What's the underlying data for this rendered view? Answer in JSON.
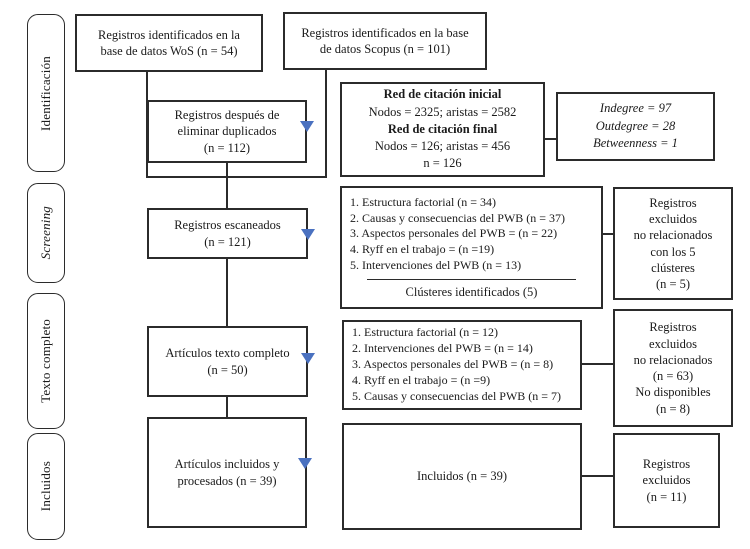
{
  "colors": {
    "border": "#2b2b2b",
    "arrow_blue": "#4a71c0",
    "background": "#ffffff"
  },
  "sidebar": {
    "stages": [
      {
        "label": "Identificación"
      },
      {
        "label": "Screening"
      },
      {
        "label": "Texto completo"
      },
      {
        "label": "Incluidos"
      }
    ]
  },
  "flow": {
    "wos": {
      "line1": "Registros identificados en la",
      "line2": "base de datos WoS (n = 54)"
    },
    "scopus": {
      "line1": "Registros identificados en la base",
      "line2": "de datos Scopus (n = 101)"
    },
    "dedup": {
      "line1": "Registros después de",
      "line2": "eliminar duplicados",
      "line3": "(n = 112)"
    },
    "screened": {
      "line1": "Registros escaneados",
      "line2": "(n = 121)"
    },
    "fulltext": {
      "line1": "Artículos texto completo",
      "line2": "(n = 50)"
    },
    "included_processed": {
      "line1": "Artículos incluidos y",
      "line2": "procesados (n = 39)"
    },
    "included": {
      "label": "Incluidos (n = 39)"
    }
  },
  "network": {
    "title_initial": "Red de citación inicial",
    "stats_initial": "Nodos = 2325; aristas = 2582",
    "title_final": "Red de citación final",
    "stats_final": "Nodos = 126; aristas = 456",
    "n_total": "n = 126",
    "metrics": [
      "Indegree = 97",
      "Outdegree = 28",
      "Betweenness = 1"
    ]
  },
  "clusters_screening": {
    "items": [
      "1. Estructura factorial (n = 34)",
      "2. Causas y consecuencias del PWB (n = 37)",
      "3. Aspectos personales del PWB = (n = 22)",
      "4. Ryff en el trabajo = (n =19)",
      "5. Intervenciones del PWB (n = 13)"
    ],
    "footer": "Clústeres identificados (5)"
  },
  "clusters_fulltext": {
    "items": [
      "1. Estructura factorial (n = 12)",
      "2. Intervenciones del PWB = (n = 14)",
      "3. Aspectos personales del PWB = (n = 8)",
      "4. Ryff en el trabajo = (n =9)",
      "5. Causas y consecuencias del PWB (n = 7)"
    ]
  },
  "excluded_screening": {
    "lines": [
      "Registros",
      "excluidos",
      "no relacionados",
      "con los 5",
      "clústeres",
      "(n = 5)"
    ]
  },
  "excluded_fulltext": {
    "lines": [
      "Registros",
      "excluidos",
      "no relacionados",
      "(n = 63)",
      "No disponibles",
      "(n = 8)"
    ]
  },
  "excluded_included": {
    "lines": [
      "Registros",
      "excluidos",
      "(n = 11)"
    ]
  }
}
